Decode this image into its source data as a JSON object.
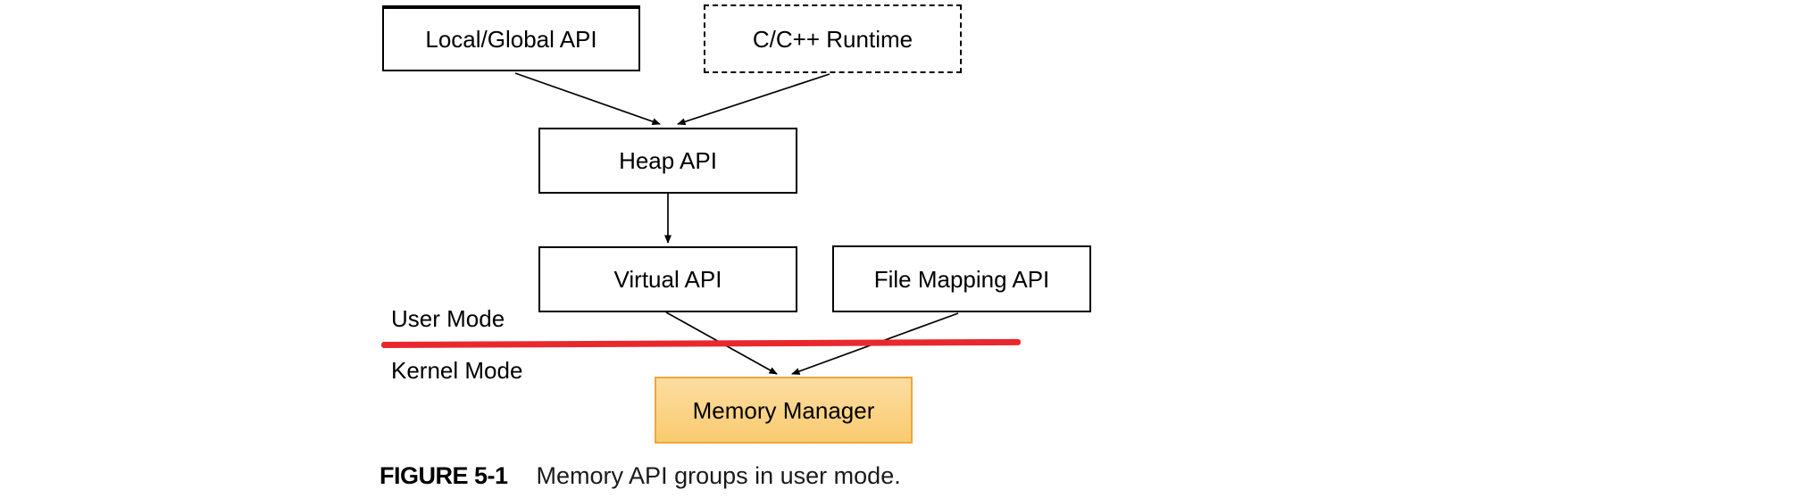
{
  "figure": {
    "boxes": [
      {
        "id": "local-global-api",
        "label": "Local/Global API",
        "border": "solid"
      },
      {
        "id": "cpp-runtime",
        "label": "C/C++ Runtime",
        "border": "dashed"
      },
      {
        "id": "heap-api",
        "label": "Heap API",
        "border": "solid"
      },
      {
        "id": "virtual-api",
        "label": "Virtual API",
        "border": "solid"
      },
      {
        "id": "file-mapping-api",
        "label": "File Mapping API",
        "border": "solid"
      },
      {
        "id": "memory-manager",
        "label": "Memory Manager",
        "border": "solid",
        "fill": "#FBD285"
      }
    ],
    "edges": [
      {
        "from": "local-global-api",
        "to": "heap-api"
      },
      {
        "from": "cpp-runtime",
        "to": "heap-api"
      },
      {
        "from": "heap-api",
        "to": "virtual-api"
      },
      {
        "from": "virtual-api",
        "to": "memory-manager"
      },
      {
        "from": "file-mapping-api",
        "to": "memory-manager"
      }
    ],
    "labels": {
      "user_mode": "User Mode",
      "kernel_mode": "Kernel Mode"
    },
    "caption": {
      "tag": "FIGURE 5-1",
      "text": "Memory API groups in user mode."
    },
    "colors": {
      "divider_red": "#E9282E",
      "memory_manager_fill_top": "#FCDDA0",
      "memory_manager_fill_bottom": "#FACB70",
      "memory_manager_border": "#EAA83E",
      "connector_black": "#000000",
      "background": "#FFFFFF"
    }
  }
}
